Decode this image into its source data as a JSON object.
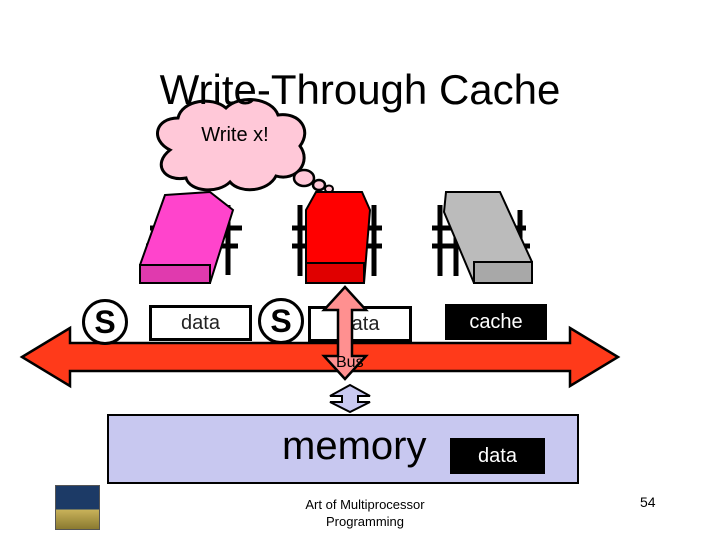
{
  "slide": {
    "title": "Write-Through Cache",
    "thought": "Write x!",
    "left_state": "S",
    "middle_state": "S",
    "left_cache": "data",
    "middle_cache": "data",
    "right_cache": "cache",
    "bus_label": "Bus",
    "memory_label": "memory",
    "memory_data": "data",
    "footer": "Art of Multiprocessor Programming",
    "page_number": "54"
  },
  "colors": {
    "processor_left": "#ff44cc",
    "processor_middle": "#ff0000",
    "processor_right": "#bbbbbb",
    "bus": "#ff3a1a",
    "memory": "#c8c8f0",
    "arrow_small": "#c8c8f0",
    "arrow_cache": "#ff9090"
  }
}
